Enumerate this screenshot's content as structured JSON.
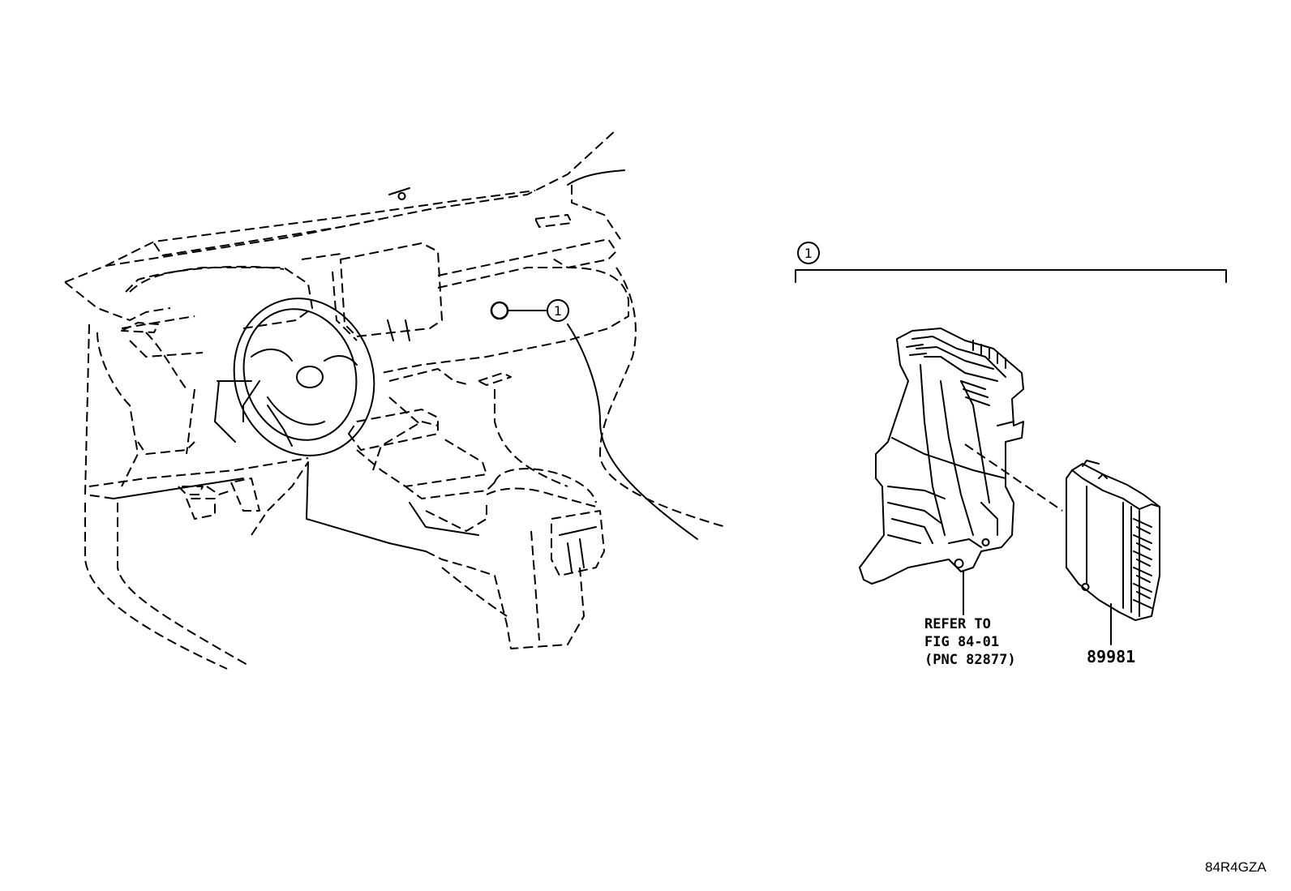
{
  "callouts": {
    "main_marker": "1",
    "group_marker": "1"
  },
  "parts": {
    "refer_line1": "REFER TO",
    "refer_line2": "FIG 84-01",
    "refer_line3": "(PNC 82877)",
    "part_number": "89981"
  },
  "diagram_code": "84R4GZA"
}
